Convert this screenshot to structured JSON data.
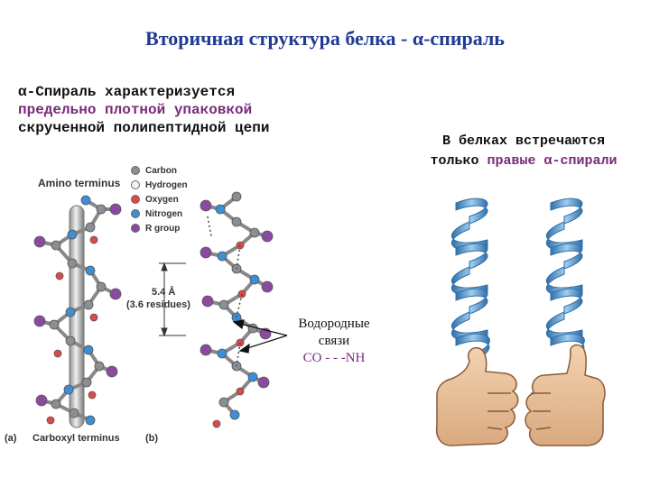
{
  "title": "Вторичная структура белка - α-спираль",
  "description": {
    "line1": "α-Спираль характеризуется",
    "line2": "предельно плотной упаковкой",
    "line3": "скрученной полипептидной цепи"
  },
  "right_note": {
    "line1": "В белках встречаются",
    "line2_prefix": "только ",
    "line2_highlight": "правые α-спирали"
  },
  "hydrogen_bonds": {
    "line1": "Водородные",
    "line2": "связи",
    "line3": "CO - - -NH"
  },
  "figure": {
    "amino_terminus": "Amino terminus",
    "carboxyl_terminus": "Carboxyl terminus",
    "panel_a": "(a)",
    "panel_b": "(b)",
    "pitch": "5.4 Å",
    "residues": "(3.6 residues)"
  },
  "legend": [
    {
      "label": "Carbon",
      "color": "#8a8f94"
    },
    {
      "label": "Hydrogen",
      "color": "#f4f4f4"
    },
    {
      "label": "Oxygen",
      "color": "#e04848"
    },
    {
      "label": "Nitrogen",
      "color": "#3b8fd6"
    },
    {
      "label": "R group",
      "color": "#8a4aa0"
    }
  ],
  "colors": {
    "title": "#1f3a93",
    "highlight": "#7a2a7a",
    "helix_ribbon": "#4a90c8"
  }
}
